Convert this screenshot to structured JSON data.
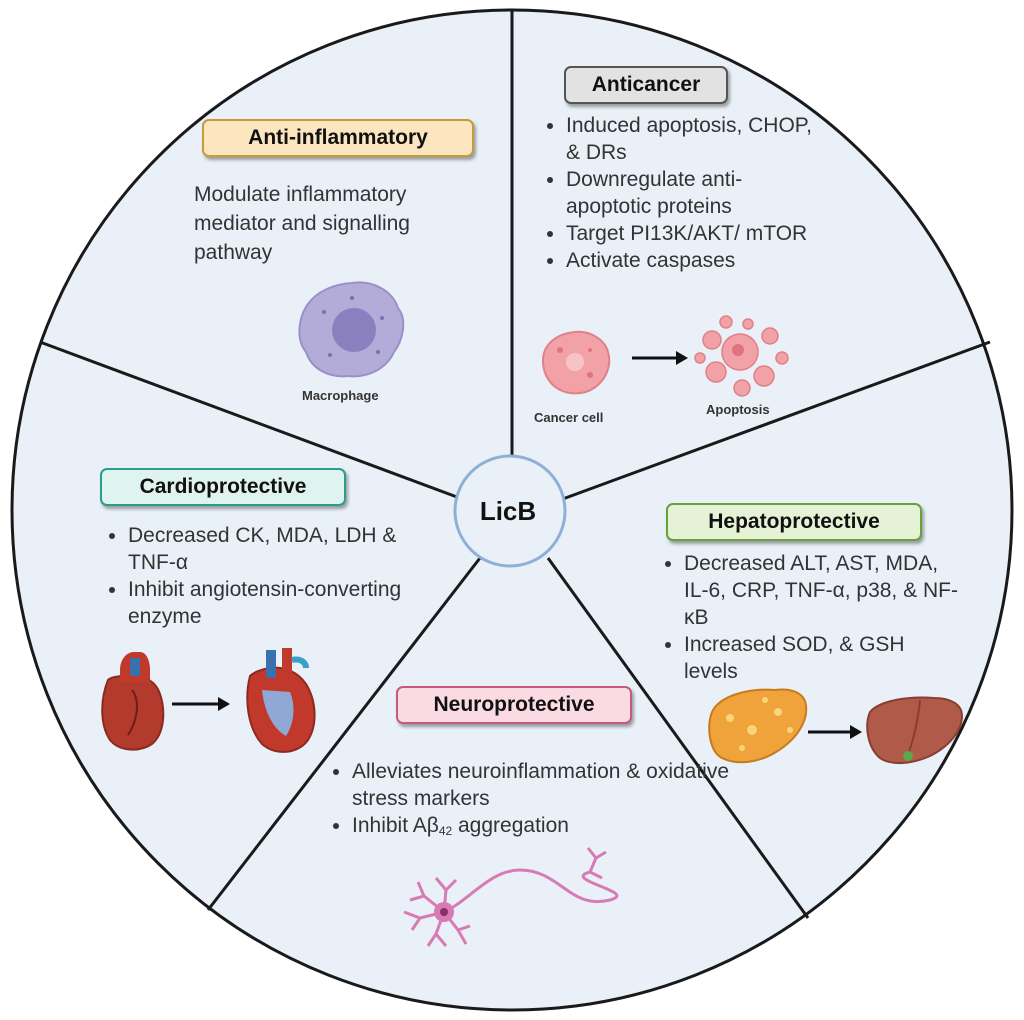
{
  "center": {
    "label": "LicB"
  },
  "sections": {
    "anti_inflammatory": {
      "title": "Anti-inflammatory",
      "description": "Modulate inflammatory mediator and signalling pathway",
      "image_caption": "Macrophage"
    },
    "anticancer": {
      "title": "Anticancer",
      "points": [
        "Induced apoptosis, CHOP, & DRs",
        "Downregulate anti-apoptotic proteins",
        "Target PI13K/AKT/ mTOR",
        "Activate caspases"
      ],
      "caption_left": "Cancer cell",
      "caption_right": "Apoptosis"
    },
    "cardioprotective": {
      "title": "Cardioprotective",
      "points": [
        "Decreased CK, MDA, LDH & TNF-α",
        "Inhibit angiotensin-converting enzyme"
      ]
    },
    "hepatoprotective": {
      "title": "Hepatoprotective",
      "points": [
        "Decreased ALT, AST, MDA, IL-6, CRP, TNF-α, p38, & NF-κB",
        "Increased SOD, & GSH levels"
      ]
    },
    "neuroprotective": {
      "title": "Neuroprotective",
      "points": [
        "Alleviates neuroinflammation & oxidative stress markers",
        "Inhibit Aβ42 aggregation"
      ],
      "point2_prefix": "Inhibit Aβ",
      "point2_sub": "42",
      "point2_suffix": " aggregation"
    }
  },
  "colors": {
    "pie_fill": "#e9f0f8",
    "pie_border": "#1a1a1a",
    "center_fill": "#e9f0f8",
    "center_border": "#8fb0d6",
    "anti_inflammatory_fill": "#fbe6bf",
    "anti_inflammatory_border": "#c89a3a",
    "anticancer_fill": "#e2e2e2",
    "anticancer_border": "#555555",
    "cardioprotective_fill": "#dff3ef",
    "cardioprotective_border": "#2e9c8a",
    "hepatoprotective_fill": "#e6f2d6",
    "hepatoprotective_border": "#6aa03a",
    "neuroprotective_fill": "#fadbe4",
    "neuroprotective_border": "#c7597a"
  },
  "icons": [
    "macrophage-icon",
    "cancer-cell-icon",
    "apoptosis-icon",
    "heart-icon",
    "heart-section-icon",
    "fatty-liver-icon",
    "healthy-liver-icon",
    "neuron-icon",
    "arrow-right-icon"
  ]
}
